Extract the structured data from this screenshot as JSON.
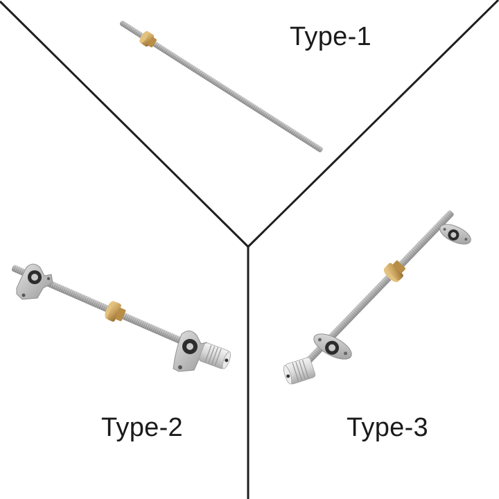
{
  "panels": [
    {
      "id": "type-1",
      "label": "Type-1",
      "components": [
        "lead-screw",
        "brass-nut"
      ]
    },
    {
      "id": "type-2",
      "label": "Type-2",
      "components": [
        "lead-screw",
        "brass-nut",
        "pillow-block-bearing",
        "pillow-block-bearing",
        "shaft-coupler"
      ]
    },
    {
      "id": "type-3",
      "label": "Type-3",
      "components": [
        "lead-screw",
        "brass-nut",
        "flange-bearing",
        "flange-bearing",
        "shaft-coupler"
      ]
    }
  ],
  "colors": {
    "background": "#ffffff",
    "divider": "#1e1e1e",
    "text": "#1a1a1a",
    "steel": "#b9b9b9",
    "steel_dark": "#7d7d7d",
    "brass": "#c9a15c",
    "brass_dark": "#9a7434",
    "bearing_housing": "#c6c6c6",
    "coupler": "#dedede"
  }
}
